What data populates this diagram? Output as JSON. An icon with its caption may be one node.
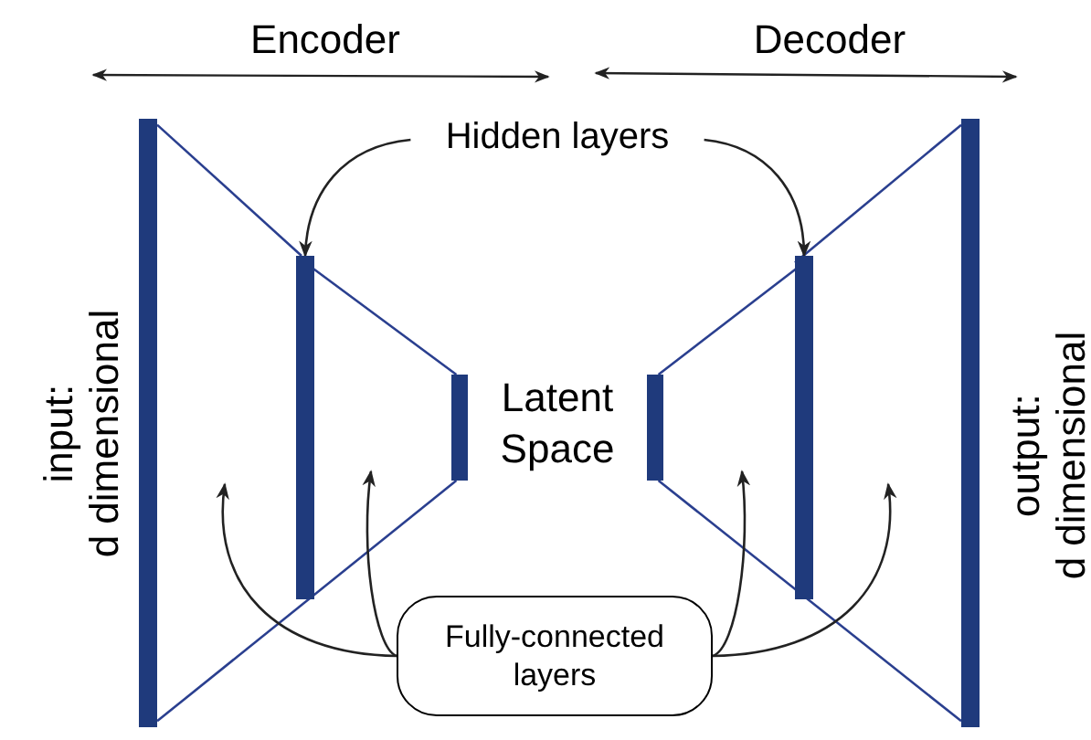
{
  "diagram": {
    "nodes": [
      {
        "text": [],
        "shape": "bar",
        "beside": [
          "input: d dimensional"
        ]
      },
      {
        "text": [],
        "shape": "bar"
      },
      {
        "text": [],
        "shape": "bar"
      },
      {
        "text": [],
        "shape": "bar"
      },
      {
        "text": [],
        "shape": "bar"
      },
      {
        "text": [],
        "shape": "bar",
        "beside": [
          "output: d dimensional"
        ]
      },
      {
        "text": [
          "Hidden layers"
        ]
      },
      {
        "text": [
          "Fully-connected layers"
        ]
      }
    ],
    "edges": [
      {
        "from": 0,
        "to": 1,
        "arrow": "none"
      },
      {
        "from": 1,
        "to": 2,
        "arrow": "none"
      },
      {
        "from": 0,
        "to": 2,
        "arrow": "none"
      },
      {
        "from": 3,
        "to": 4,
        "arrow": "none"
      },
      {
        "from": 4,
        "to": 5,
        "arrow": "none"
      },
      {
        "from": 3,
        "to": 5,
        "arrow": "none"
      },
      {
        "from": 6,
        "to": 1,
        "arrow": "to",
        "color": "#222222"
      },
      {
        "from": 6,
        "to": 4,
        "arrow": "to",
        "color": "#222222"
      },
      {
        "from": 7,
        "to": null,
        "arrow": "to",
        "color": "#222222"
      },
      {
        "from": 7,
        "to": null,
        "arrow": "to",
        "color": "#222222"
      },
      {
        "from": 7,
        "to": null,
        "arrow": "to",
        "color": "#222222"
      },
      {
        "from": 7,
        "to": null,
        "arrow": "to",
        "color": "#222222"
      }
    ],
    "labels": [
      "Encoder",
      "Decoder",
      "Latent Space"
    ]
  }
}
